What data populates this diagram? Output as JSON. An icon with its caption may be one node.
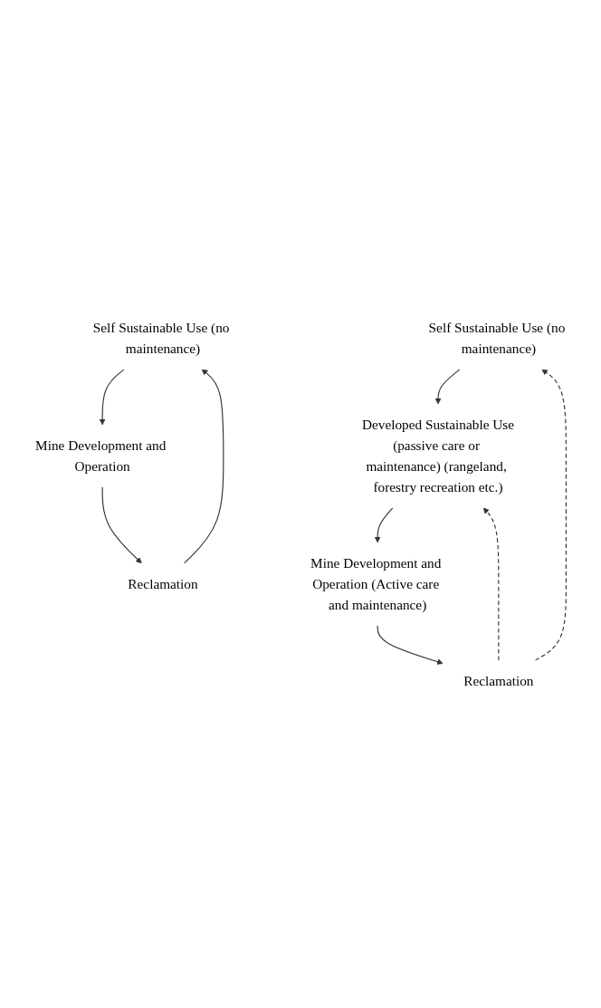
{
  "diagram": {
    "nodes": [
      {
        "text": [
          "Self Sustainable Use (no maintenance)"
        ]
      },
      {
        "text": [
          "Mine Development and Operation"
        ]
      },
      {
        "text": [
          "Reclamation"
        ]
      },
      {
        "text": [
          "Self Sustainable Use (no maintenance)"
        ]
      },
      {
        "text": [
          "Developed Sustainable Use",
          "(passive care or maintenance) (rangeland, forestry recreation etc.)"
        ]
      },
      {
        "text": [
          "Mine Development and Operation (Active care and maintenance)"
        ]
      },
      {
        "text": [
          "Reclamation"
        ]
      }
    ],
    "edges": [
      {
        "from": 0,
        "to": 1,
        "arrow": "to"
      },
      {
        "from": 1,
        "to": 2,
        "arrow": "to"
      },
      {
        "from": 2,
        "to": 0,
        "arrow": "to"
      },
      {
        "from": 3,
        "to": 4,
        "arrow": "to"
      },
      {
        "from": 4,
        "to": 5,
        "arrow": "to"
      },
      {
        "from": 5,
        "to": 6,
        "arrow": "to"
      },
      {
        "from": 6,
        "to": 4,
        "arrow": "to",
        "style": "dashed"
      },
      {
        "from": 6,
        "to": 3,
        "arrow": "to",
        "style": "dashed"
      }
    ]
  }
}
